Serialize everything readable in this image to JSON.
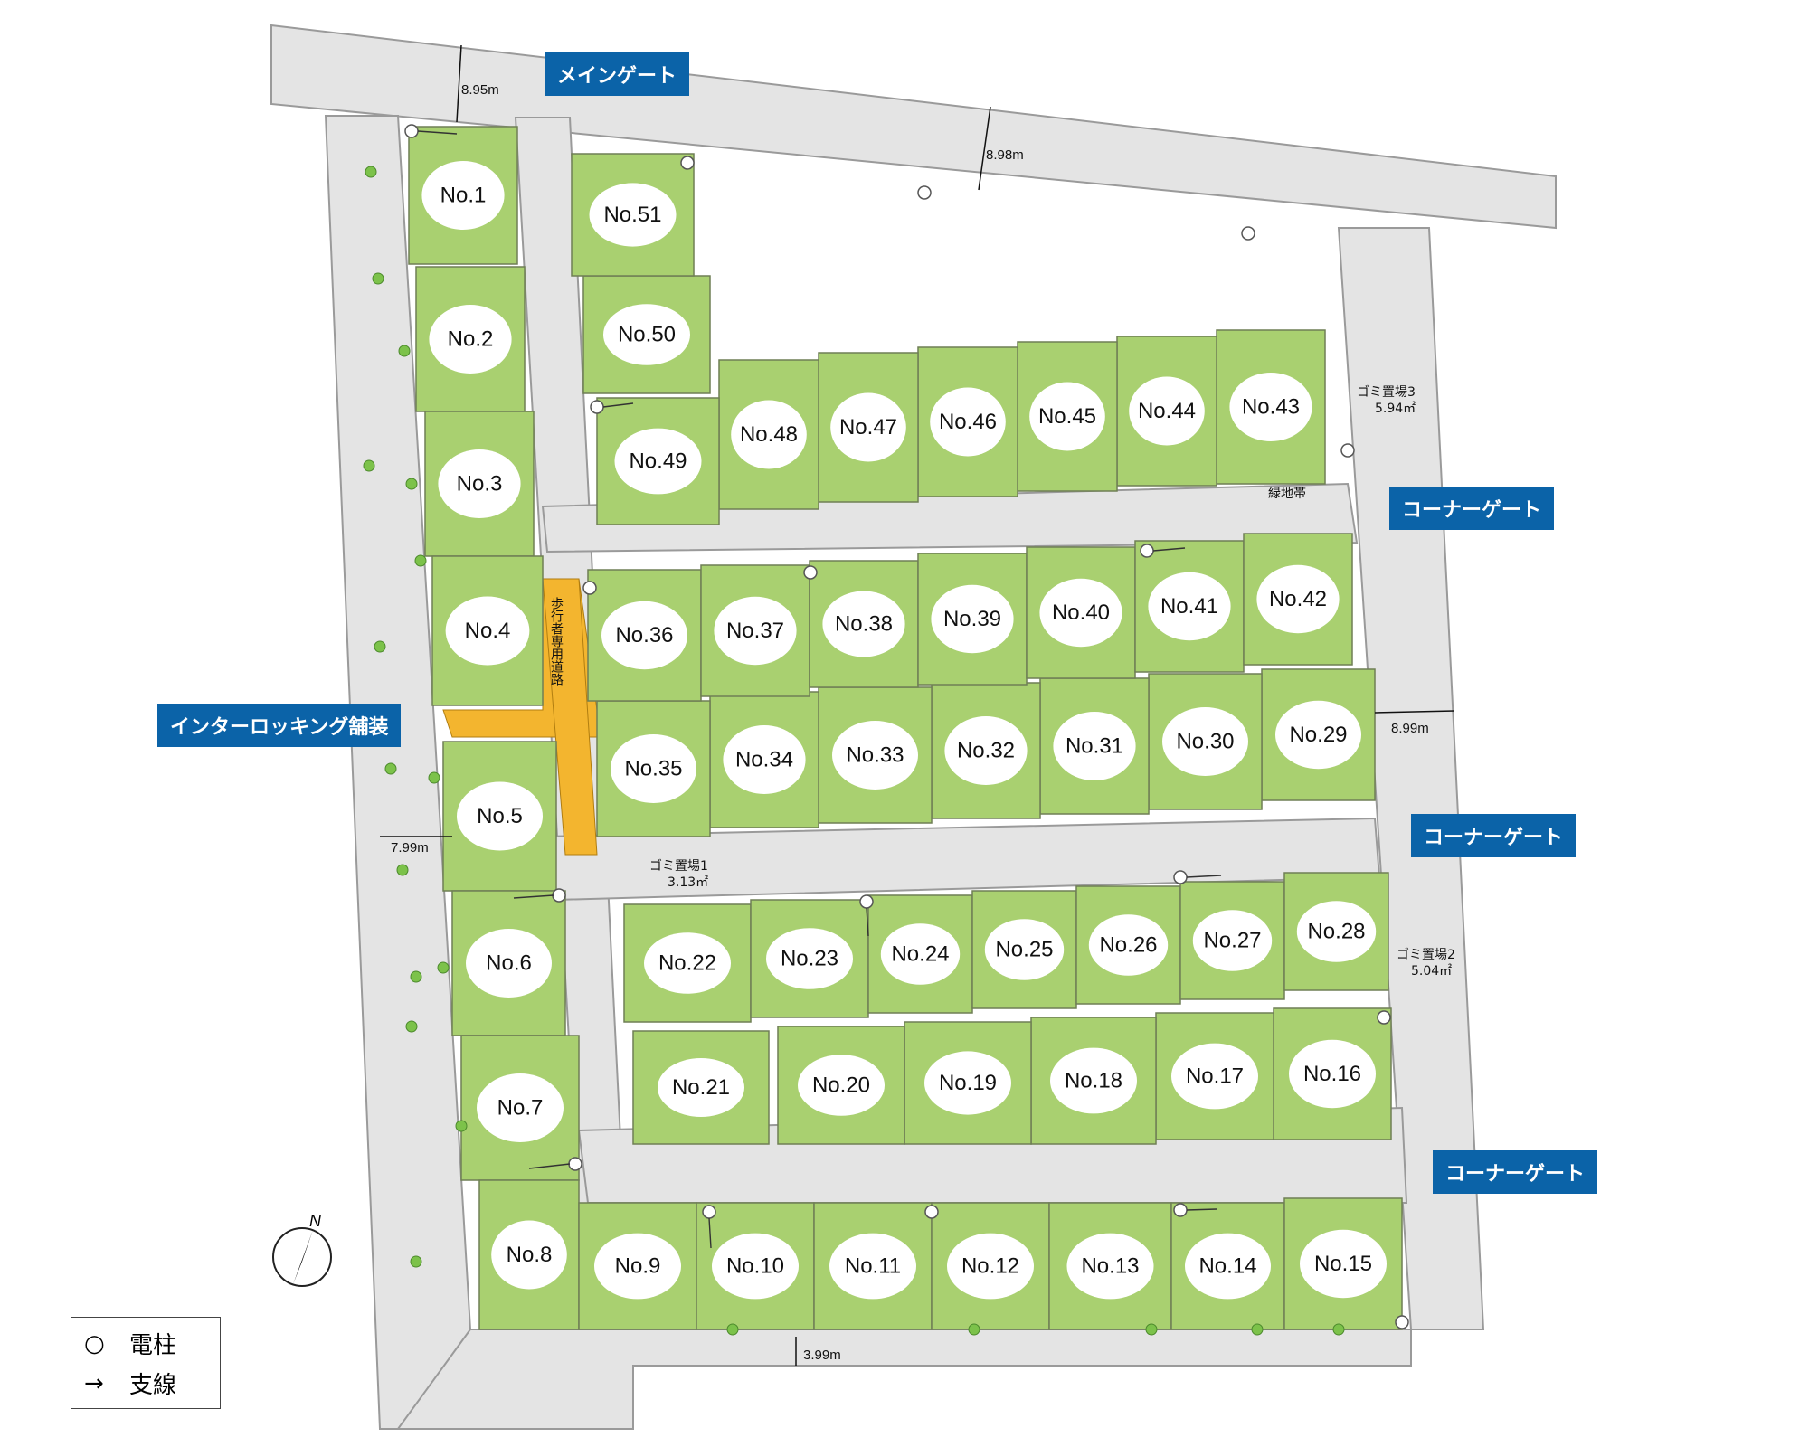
{
  "labels": {
    "main_gate": "メインゲート",
    "corner_gate_1": "コーナーゲート",
    "corner_gate_2": "コーナーゲート",
    "corner_gate_3": "コーナーゲート",
    "interlocking": "インターロッキング舗装",
    "pedestrian_path": "歩行者専用道路",
    "green_belt": "緑地帯",
    "garbage_1": "ゴミ置場1",
    "garbage_1_area": "3.13㎡",
    "garbage_2": "ゴミ置場2",
    "garbage_2_area": "5.04㎡",
    "garbage_3": "ゴミ置場3",
    "garbage_3_area": "5.94㎡",
    "north": "N"
  },
  "dimensions": {
    "top_left": "8.95m",
    "top_right": "8.98m",
    "right_mid": "8.99m",
    "left_mid": "7.99m",
    "bottom": "3.99m"
  },
  "legend": {
    "pole": "電柱",
    "guy_wire": "支線"
  },
  "lots": [
    "No.1",
    "No.2",
    "No.3",
    "No.4",
    "No.5",
    "No.6",
    "No.7",
    "No.8",
    "No.9",
    "No.10",
    "No.11",
    "No.12",
    "No.13",
    "No.14",
    "No.15",
    "No.16",
    "No.17",
    "No.18",
    "No.19",
    "No.20",
    "No.21",
    "No.22",
    "No.23",
    "No.24",
    "No.25",
    "No.26",
    "No.27",
    "No.28",
    "No.29",
    "No.30",
    "No.31",
    "No.32",
    "No.33",
    "No.34",
    "No.35",
    "No.36",
    "No.37",
    "No.38",
    "No.39",
    "No.40",
    "No.41",
    "No.42",
    "No.43",
    "No.44",
    "No.45",
    "No.46",
    "No.47",
    "No.48",
    "No.49",
    "No.50",
    "No.51"
  ],
  "colors": {
    "lot": "#a9d070",
    "road": "#e4e4e4",
    "path": "#f3b52f",
    "gate_label": "#0b63a8"
  }
}
